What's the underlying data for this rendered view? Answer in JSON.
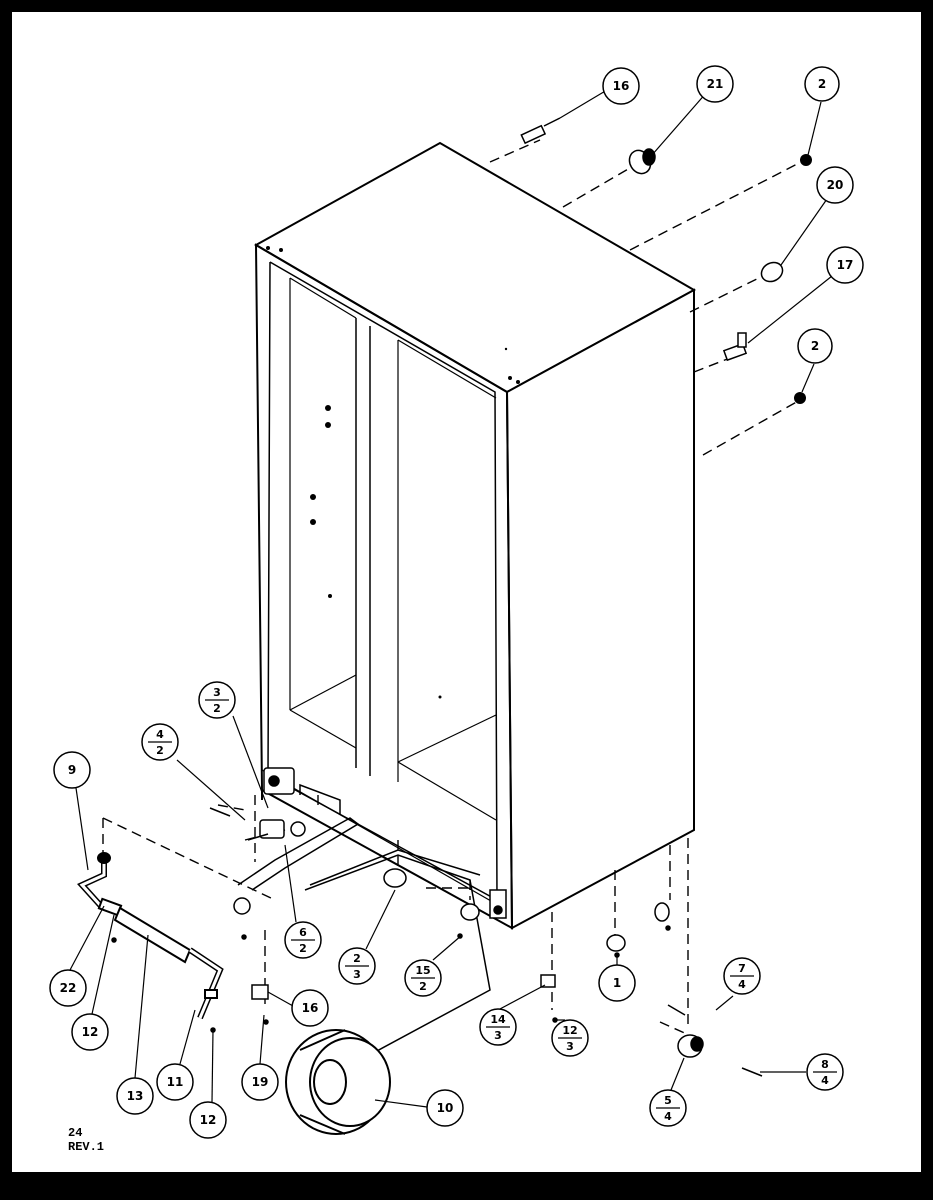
{
  "diagram": {
    "page_ref": "24",
    "revision": "REV.1",
    "callouts": [
      {
        "id": "c16-top",
        "text": "16"
      },
      {
        "id": "c21",
        "text": "21"
      },
      {
        "id": "c2-top",
        "text": "2"
      },
      {
        "id": "c20",
        "text": "20"
      },
      {
        "id": "c17",
        "text": "17"
      },
      {
        "id": "c2-mid",
        "text": "2"
      },
      {
        "id": "c9",
        "text": "9"
      },
      {
        "id": "c22",
        "text": "22"
      },
      {
        "id": "c12-left",
        "text": "12"
      },
      {
        "id": "c13",
        "text": "13"
      },
      {
        "id": "c11",
        "text": "11"
      },
      {
        "id": "c12-bottom",
        "text": "12"
      },
      {
        "id": "c19",
        "text": "19"
      },
      {
        "id": "c16-bottom",
        "text": "16"
      },
      {
        "id": "c10",
        "text": "10"
      },
      {
        "id": "c1",
        "text": "1"
      }
    ],
    "fraction_callouts": [
      {
        "id": "f3-2",
        "top": "3",
        "bottom": "2"
      },
      {
        "id": "f4-2",
        "top": "4",
        "bottom": "2"
      },
      {
        "id": "f6-2",
        "top": "6",
        "bottom": "2"
      },
      {
        "id": "f2-3",
        "top": "2",
        "bottom": "3"
      },
      {
        "id": "f15-2",
        "top": "15",
        "bottom": "2"
      },
      {
        "id": "f14-3",
        "top": "14",
        "bottom": "3"
      },
      {
        "id": "f12-3",
        "top": "12",
        "bottom": "3"
      },
      {
        "id": "f7-4",
        "top": "7",
        "bottom": "4"
      },
      {
        "id": "f8-4",
        "top": "8",
        "bottom": "4"
      },
      {
        "id": "f5-4",
        "top": "5",
        "bottom": "4"
      }
    ]
  }
}
